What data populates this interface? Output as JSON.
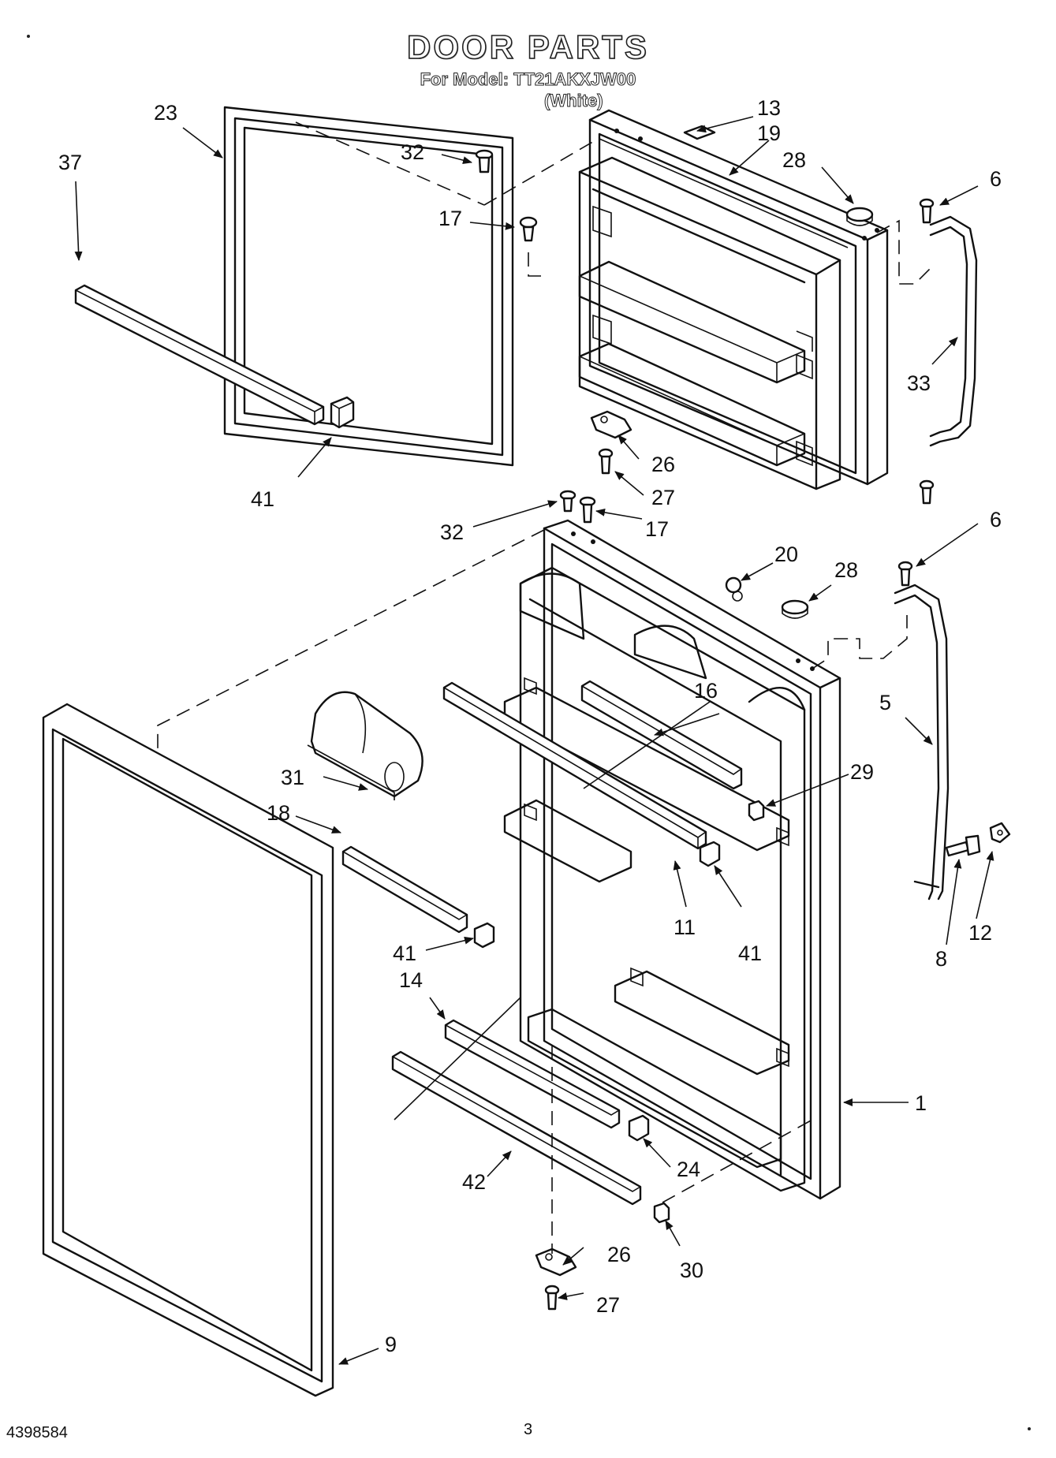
{
  "header": {
    "title": "DOOR PARTS",
    "model_line": "For Model: TT21AKXJW00",
    "color_line": "(White)"
  },
  "footer": {
    "doc_number": "4398584",
    "page_number": "3"
  },
  "callouts": [
    "23",
    "37",
    "32",
    "17",
    "13",
    "19",
    "28",
    "6",
    "33",
    "41",
    "26",
    "27",
    "32",
    "17",
    "6",
    "20",
    "28",
    "5",
    "16",
    "31",
    "29",
    "18",
    "41",
    "11",
    "41",
    "8",
    "12",
    "14",
    "1",
    "24",
    "42",
    "26",
    "30",
    "27",
    "9"
  ]
}
